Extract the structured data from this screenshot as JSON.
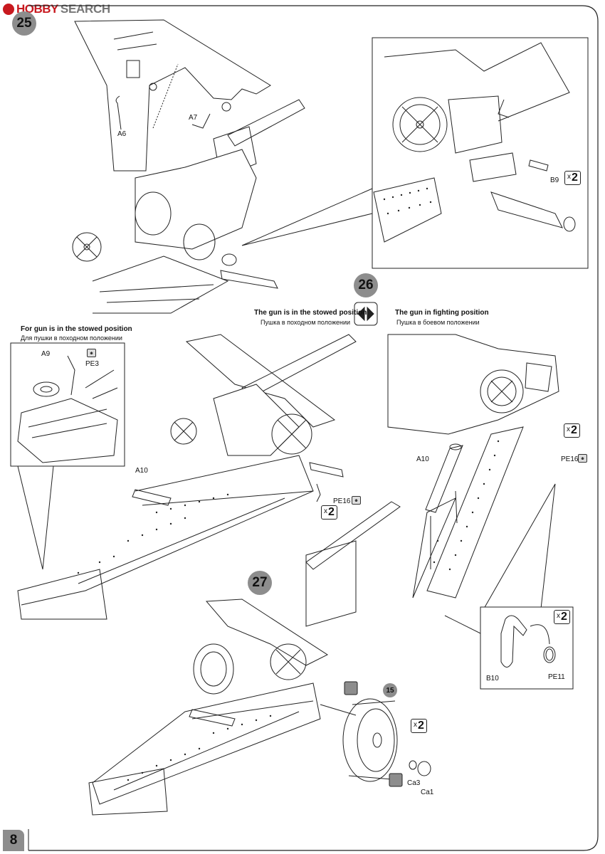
{
  "watermark": {
    "brand": "HOBBY",
    "search": "SEARCH"
  },
  "steps": {
    "s25": "25",
    "s26": "26",
    "s27": "27",
    "wheel_ref": "15"
  },
  "step25": {
    "labels": {
      "a6": "A6",
      "a7": "A7",
      "b9": "B9"
    },
    "qty": "2"
  },
  "step26": {
    "stowed_en": "The gun is in the stowed position",
    "stowed_ru": "Пушка в походном положении",
    "fighting_en": "The gun in fighting position",
    "fighting_ru": "Пушка в боевом положении",
    "inset_en": "For gun is in the stowed position",
    "inset_ru": "Для пушки в походном положении",
    "labels": {
      "a9": "A9",
      "pe3": "PE3",
      "a10_left": "A10",
      "pe16_left": "PE16",
      "a10_right": "A10",
      "pe16_right": "PE16",
      "b10": "B10",
      "pe11": "PE11"
    },
    "qty_left": "2",
    "qty_right": "2",
    "qty_detail": "2"
  },
  "step27": {
    "labels": {
      "ca3": "Ca3",
      "ca1": "Ca1"
    },
    "qty": "2"
  },
  "page_number": "8",
  "colors": {
    "badge": "#8d8d8d",
    "brand_red": "#c8191f",
    "line": "#222222"
  }
}
